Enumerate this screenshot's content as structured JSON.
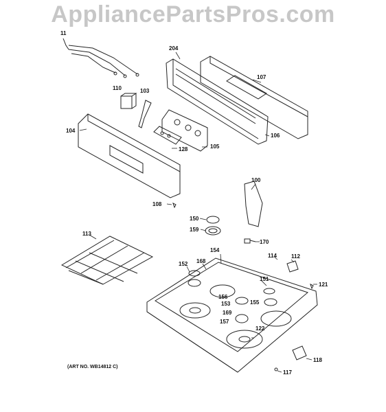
{
  "watermark": "AppliancePartsPros.com",
  "art_number": "(ART NO. WB14812 C)",
  "part_labels": {
    "p11": "11",
    "p204": "204",
    "p107": "107",
    "p110": "110",
    "p103": "103",
    "p104": "104",
    "p128": "128",
    "p105": "105",
    "p106": "106",
    "p100": "100",
    "p108": "108",
    "p150": "150",
    "p159": "159",
    "p170": "170",
    "p113": "113",
    "p154": "154",
    "p114": "114",
    "p112": "112",
    "p152": "152",
    "p168": "168",
    "p151": "151",
    "p121": "121",
    "p156": "156",
    "p153": "153",
    "p155": "155",
    "p169": "169",
    "p157": "157",
    "p122": "122",
    "p118": "118",
    "p117": "117"
  }
}
